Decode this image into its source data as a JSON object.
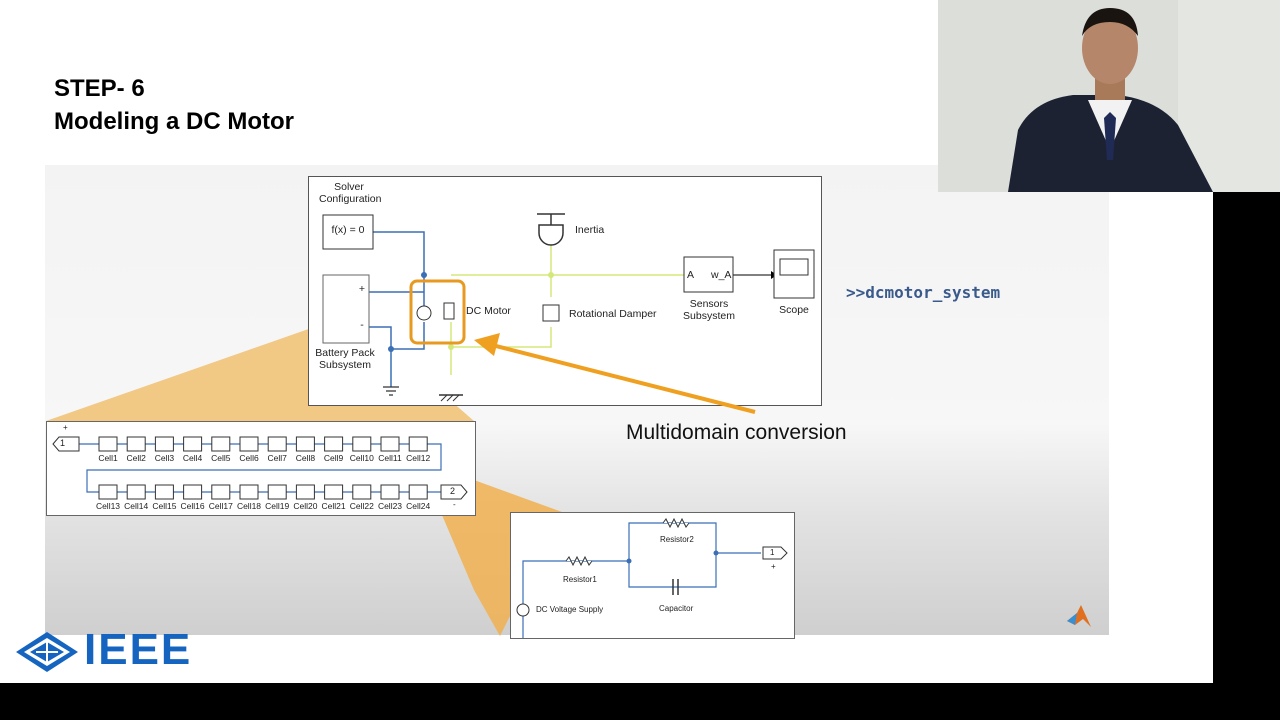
{
  "slide": {
    "step": "STEP- 6",
    "subtitle": "Modeling a DC Motor",
    "command": ">>dcmotor_system",
    "annotation": "Multidomain conversion"
  },
  "model": {
    "solver_label_1": "Solver",
    "solver_label_2": "Configuration",
    "solver_block": "f(x) = 0",
    "inertia": "Inertia",
    "dc_motor": "DC Motor",
    "damper": "Rotational Damper",
    "sensors_port_a": "A",
    "sensors_port_w": "w_A",
    "sensors_label_1": "Sensors",
    "sensors_label_2": "Subsystem",
    "scope": "Scope",
    "battery_plus": "+",
    "battery_minus": "-",
    "battery_label_1": "Battery Pack",
    "battery_label_2": "Subsystem"
  },
  "cells": {
    "port_in": "1",
    "port_out": "2",
    "plus": "+",
    "minus": "-",
    "row1": [
      "Cell1",
      "Cell2",
      "Cell3",
      "Cell4",
      "Cell5",
      "Cell6",
      "Cell7",
      "Cell8",
      "Cell9",
      "Cell10",
      "Cell11",
      "Cell12"
    ],
    "row2": [
      "Cell13",
      "Cell14",
      "Cell15",
      "Cell16",
      "Cell17",
      "Cell18",
      "Cell19",
      "Cell20",
      "Cell21",
      "Cell22",
      "Cell23",
      "Cell24"
    ]
  },
  "circuit": {
    "resistor1": "Resistor1",
    "resistor2": "Resistor2",
    "capacitor": "Capacitor",
    "supply": "DC Voltage Supply",
    "port": "1",
    "plus": "+"
  },
  "branding": {
    "logo_text": "IEEE",
    "logo_color": "#1565c0",
    "accent_orange": "#f0a020",
    "wire_blue": "#3b6fb6",
    "wire_green": "#c8e05a"
  }
}
